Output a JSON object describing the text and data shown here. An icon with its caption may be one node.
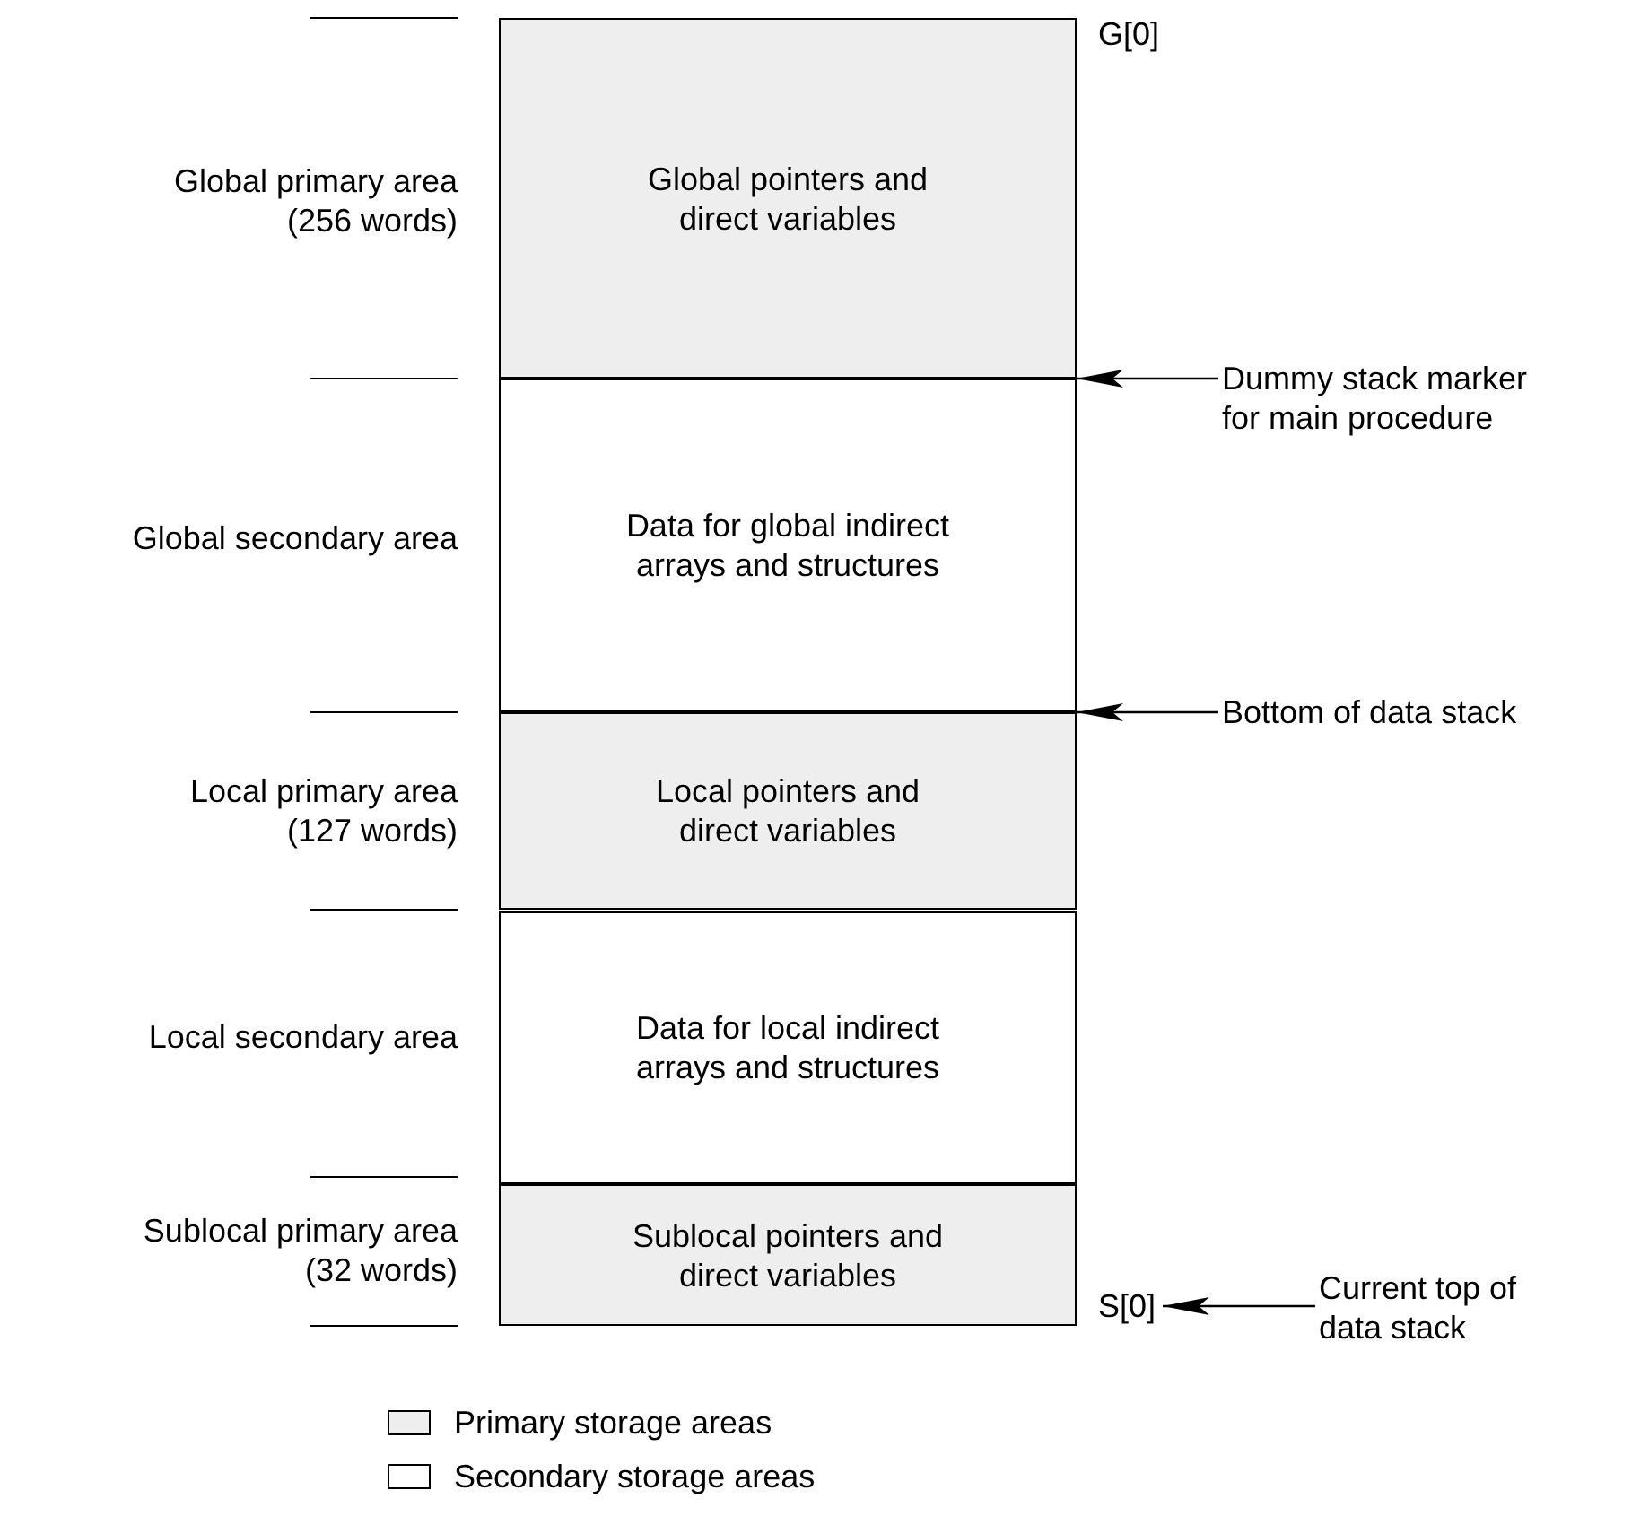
{
  "diagram": {
    "nodes": [
      {
        "text": [
          "Global pointers and direct variables"
        ],
        "beside": [
          "G[0]"
        ]
      },
      {
        "text": [
          "Data for global indirect arrays and structures"
        ]
      },
      {
        "text": [
          "Local pointers and direct variables"
        ]
      },
      {
        "text": [
          "Data for local indirect arrays and structures"
        ]
      },
      {
        "text": [
          "Sublocal pointers and direct variables"
        ]
      },
      {
        "text": [
          "Dummy stack marker for main procedure"
        ]
      },
      {
        "text": [
          "Bottom of data stack"
        ]
      },
      {
        "text": [
          "S[0]"
        ]
      },
      {
        "text": [
          "Current top of data stack"
        ]
      }
    ],
    "edges": [
      {
        "from": 5,
        "to": 1,
        "arrow": "to"
      },
      {
        "from": 6,
        "to": 2,
        "arrow": "to"
      },
      {
        "from": 8,
        "to": 7,
        "arrow": "to"
      }
    ],
    "labels": [
      "Global primary area (256 words)",
      "Global secondary area",
      "Local primary area (127 words)",
      "Local secondary area",
      "Sublocal primary area (32 words)"
    ],
    "legend": [
      {
        "text": "Primary storage areas",
        "color": "#eeeeee"
      },
      {
        "text": "Secondary storage areas",
        "color": "#ffffff"
      }
    ]
  }
}
